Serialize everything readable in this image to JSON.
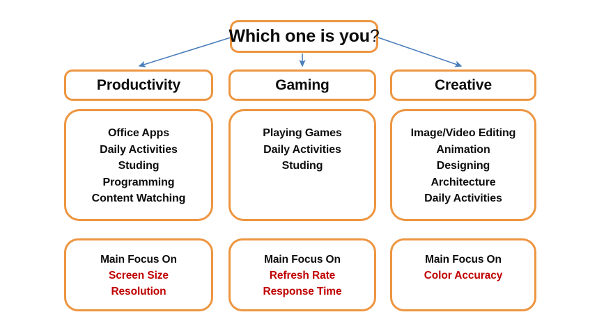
{
  "diagram": {
    "title": {
      "main": "Which one is you",
      "qmark": "?"
    },
    "colors": {
      "box_border": "#ED9540",
      "box_fill": "#FFFFFF",
      "arrow": "#4A7EBB",
      "text": "#0D0D0D",
      "accent_text": "#C00000",
      "background": "#FFFFFF"
    },
    "columns": [
      {
        "header": "Productivity",
        "items": [
          "Office Apps",
          "Daily Activities",
          "Studing",
          "Programming",
          "Content Watching"
        ],
        "focus": {
          "heading": "Main Focus On",
          "items": [
            "Screen Size",
            "Resolution"
          ]
        }
      },
      {
        "header": "Gaming",
        "items": [
          "Playing Games",
          "Daily Activities",
          "Studing"
        ],
        "focus": {
          "heading": "Main Focus On",
          "items": [
            "Refresh Rate",
            "Response Time"
          ]
        }
      },
      {
        "header": "Creative",
        "items": [
          "Image/Video Editing",
          "Animation",
          "Designing",
          "Architecture",
          "Daily Activities"
        ],
        "focus": {
          "heading": "Main Focus On",
          "items": [
            "Color Accuracy"
          ]
        }
      }
    ],
    "connectors": [
      {
        "name": "arrow-to-productivity",
        "direction": "down-left"
      },
      {
        "name": "arrow-to-gaming",
        "direction": "down"
      },
      {
        "name": "arrow-to-creative",
        "direction": "down-right"
      }
    ]
  }
}
